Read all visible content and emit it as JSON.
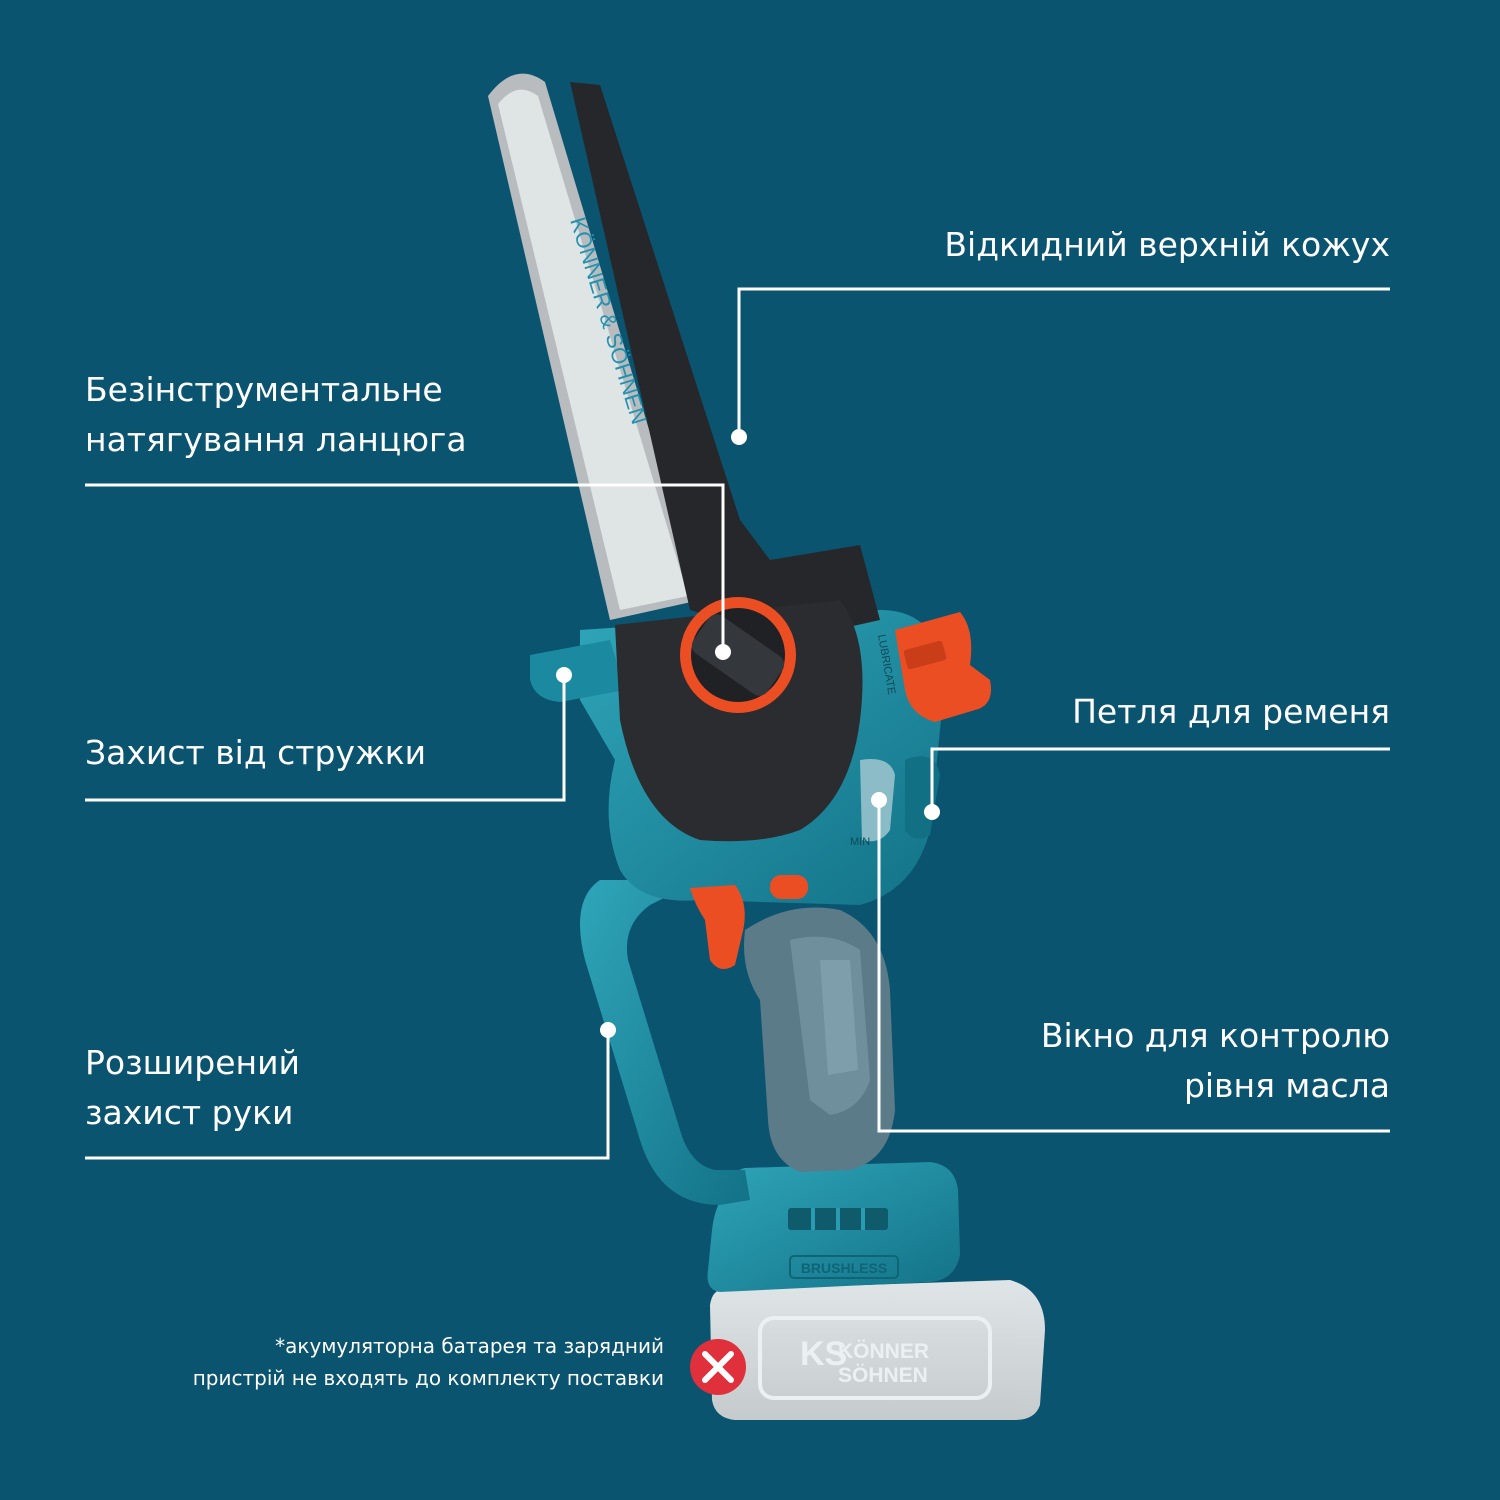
{
  "labels": {
    "top_cover": "Відкидний верхній кожух",
    "chain_tension": [
      "Безінструментальне",
      "натягування ланцюга"
    ],
    "chip_guard": "Захист від стружки",
    "belt_loop": "Петля для ременя",
    "hand_guard": [
      "Розширений",
      "захист руки"
    ],
    "oil_window": [
      "Вікно для контролю",
      "рівня масла"
    ]
  },
  "note": [
    "*акумуляторна батарея та зарядний",
    "пристрій не входять до комплекту поставки"
  ],
  "product_marks": {
    "bar_brand": "KÖNNER & SÖHNEN",
    "battery_logo_top": "KÖNNER",
    "battery_logo_bottom": "SÖHNEN",
    "brushless": "BRUSHLESS",
    "lubricate": "LUBRICATE",
    "min": "MIN"
  },
  "icons": {
    "not_included": "close-icon"
  },
  "colors": {
    "background": "#0a5470",
    "accent_orange": "#ec4e24",
    "body_teal": "#1b8aa0",
    "not_included_red": "#e0303b"
  }
}
